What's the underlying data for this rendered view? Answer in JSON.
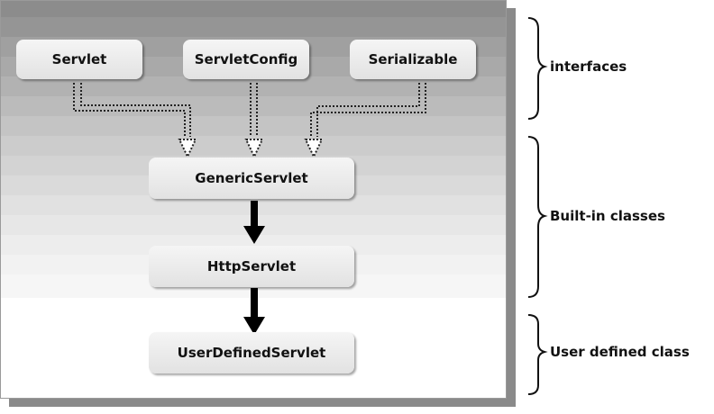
{
  "nodes": {
    "servlet": "Servlet",
    "servlet_config": "ServletConfig",
    "serializable": "Serializable",
    "generic_servlet": "GenericServlet",
    "http_servlet": "HttpServlet",
    "user_defined_servlet": "UserDefinedServlet"
  },
  "groups": {
    "interfaces": "interfaces",
    "built_in_classes": "Built-in classes",
    "user_defined_class": "User defined class"
  },
  "edges": [
    {
      "from": "Servlet",
      "to": "GenericServlet",
      "style": "dotted"
    },
    {
      "from": "ServletConfig",
      "to": "GenericServlet",
      "style": "dotted"
    },
    {
      "from": "Serializable",
      "to": "GenericServlet",
      "style": "dotted"
    },
    {
      "from": "GenericServlet",
      "to": "HttpServlet",
      "style": "solid"
    },
    {
      "from": "HttpServlet",
      "to": "UserDefinedServlet",
      "style": "solid"
    }
  ],
  "colors": {
    "frame_top": "#8c8c8c",
    "node_fill": "#ececec",
    "text": "#111111"
  }
}
